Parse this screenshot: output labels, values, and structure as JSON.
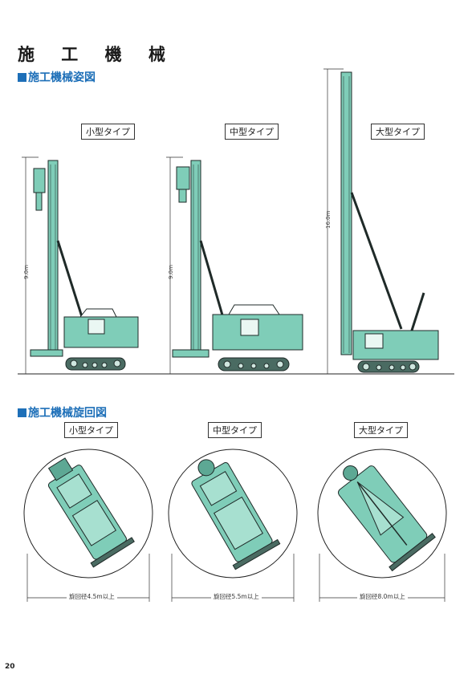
{
  "page": {
    "title": "施 工 機 械",
    "number": "20"
  },
  "section_profile": {
    "heading": "施工機械姿図",
    "types": [
      "小型タイプ",
      "中型タイプ",
      "大型タイプ"
    ],
    "heights": [
      "9.0m",
      "9.0m",
      "16.0m"
    ]
  },
  "section_swing": {
    "heading": "施工機械旋回図",
    "types": [
      "小型タイプ",
      "中型タイプ",
      "大型タイプ"
    ],
    "radii": [
      "旋回径4.5m以上",
      "旋回径5.5m以上",
      "旋回径8.0m以上"
    ]
  },
  "colors": {
    "machine": "#7fcdb8",
    "machine_outline": "#1f2a28",
    "accent": "#1d6fb8"
  }
}
